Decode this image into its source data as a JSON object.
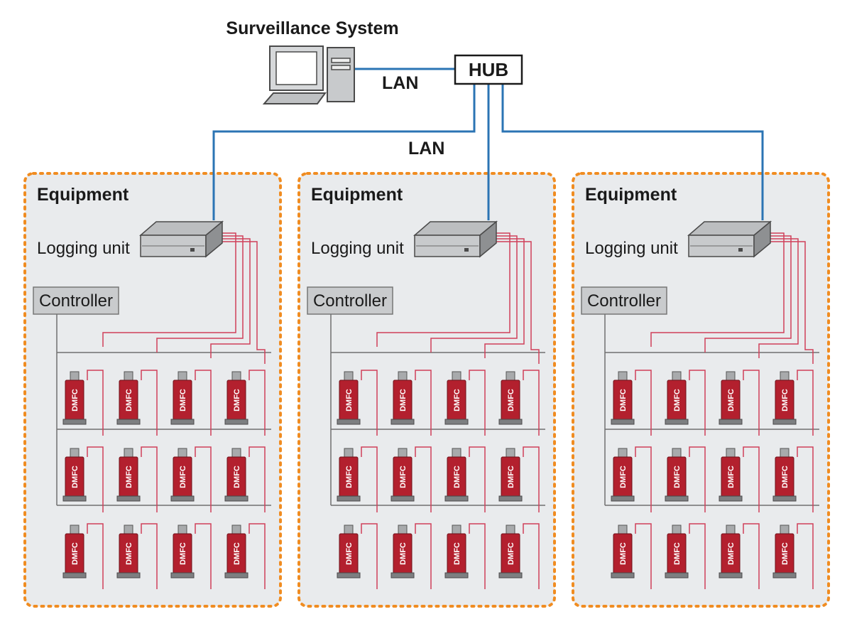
{
  "title": "Surveillance System",
  "hub_label": "HUB",
  "lan_labels": [
    "LAN",
    "LAN"
  ],
  "equipment_label": "Equipment",
  "logging_unit_label": "Logging unit",
  "controller_label": "Controller",
  "device_label": "DMFC",
  "equipment_groups": 3,
  "device_grid": {
    "rows": 3,
    "columns": 4
  },
  "colors": {
    "lan_line": "#2b74b4",
    "signal_line": "#d0405a",
    "device": "#b3202e",
    "group_border": "#f08c21",
    "group_fill": "#e9ebed",
    "controller_fill": "#c9cbcd"
  }
}
